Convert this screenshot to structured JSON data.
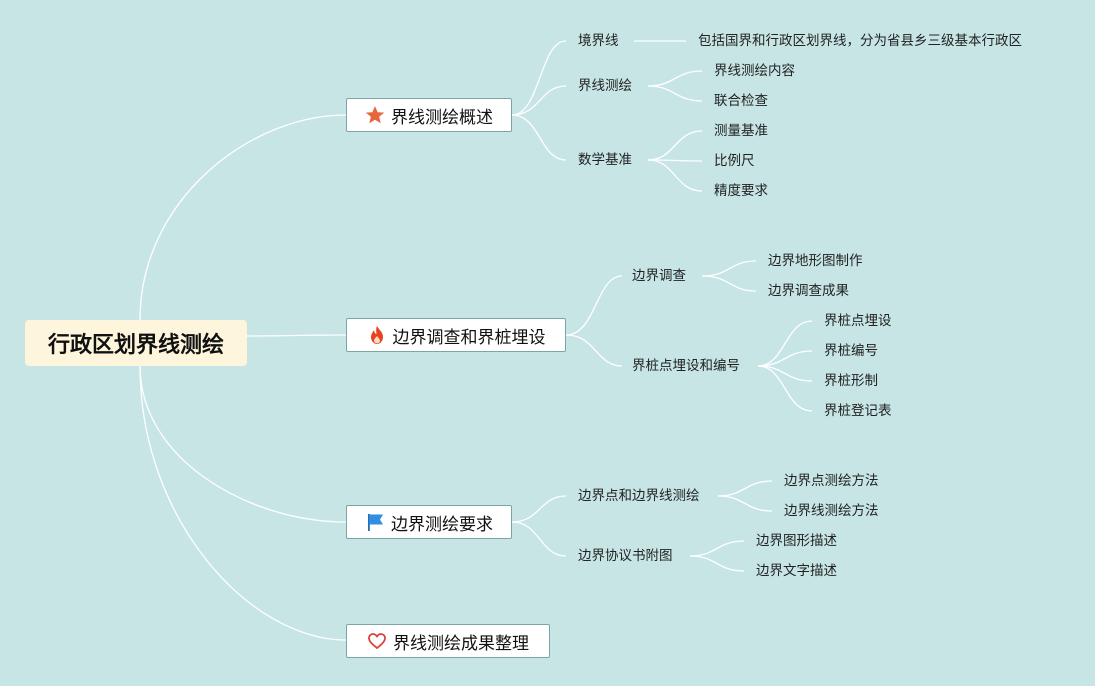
{
  "root": {
    "label": "行政区划界线测绘"
  },
  "branches": [
    {
      "label": "界线测绘概述",
      "icon": "star-icon",
      "children": [
        {
          "label": "境界线",
          "children": [
            "包括国界和行政区划界线，分为省县乡三级基本行政区"
          ]
        },
        {
          "label": "界线测绘",
          "children": [
            "界线测绘内容",
            "联合检查"
          ]
        },
        {
          "label": "数学基准",
          "children": [
            "测量基准",
            "比例尺",
            "精度要求"
          ]
        }
      ]
    },
    {
      "label": "边界调查和界桩埋设",
      "icon": "fire-icon",
      "children": [
        {
          "label": "边界调查",
          "children": [
            "边界地形图制作",
            "边界调查成果"
          ]
        },
        {
          "label": "界桩点埋设和编号",
          "children": [
            "界桩点埋设",
            "界桩编号",
            "界桩形制",
            "界桩登记表"
          ]
        }
      ]
    },
    {
      "label": "边界测绘要求",
      "icon": "flag-icon",
      "children": [
        {
          "label": "边界点和边界线测绘",
          "children": [
            "边界点测绘方法",
            "边界线测绘方法"
          ]
        },
        {
          "label": "边界协议书附图",
          "children": [
            "边界图形描述",
            "边界文字描述"
          ]
        }
      ]
    },
    {
      "label": "界线测绘成果整理",
      "icon": "heart-icon",
      "children": []
    }
  ],
  "colors": {
    "background": "#c7e5e5",
    "root_fill": "#fdf5dc",
    "link": "#ffffff",
    "star": "#e8663c",
    "fire": "#e8421e",
    "flag": "#2f8fe0",
    "heart": "#d9433b"
  }
}
